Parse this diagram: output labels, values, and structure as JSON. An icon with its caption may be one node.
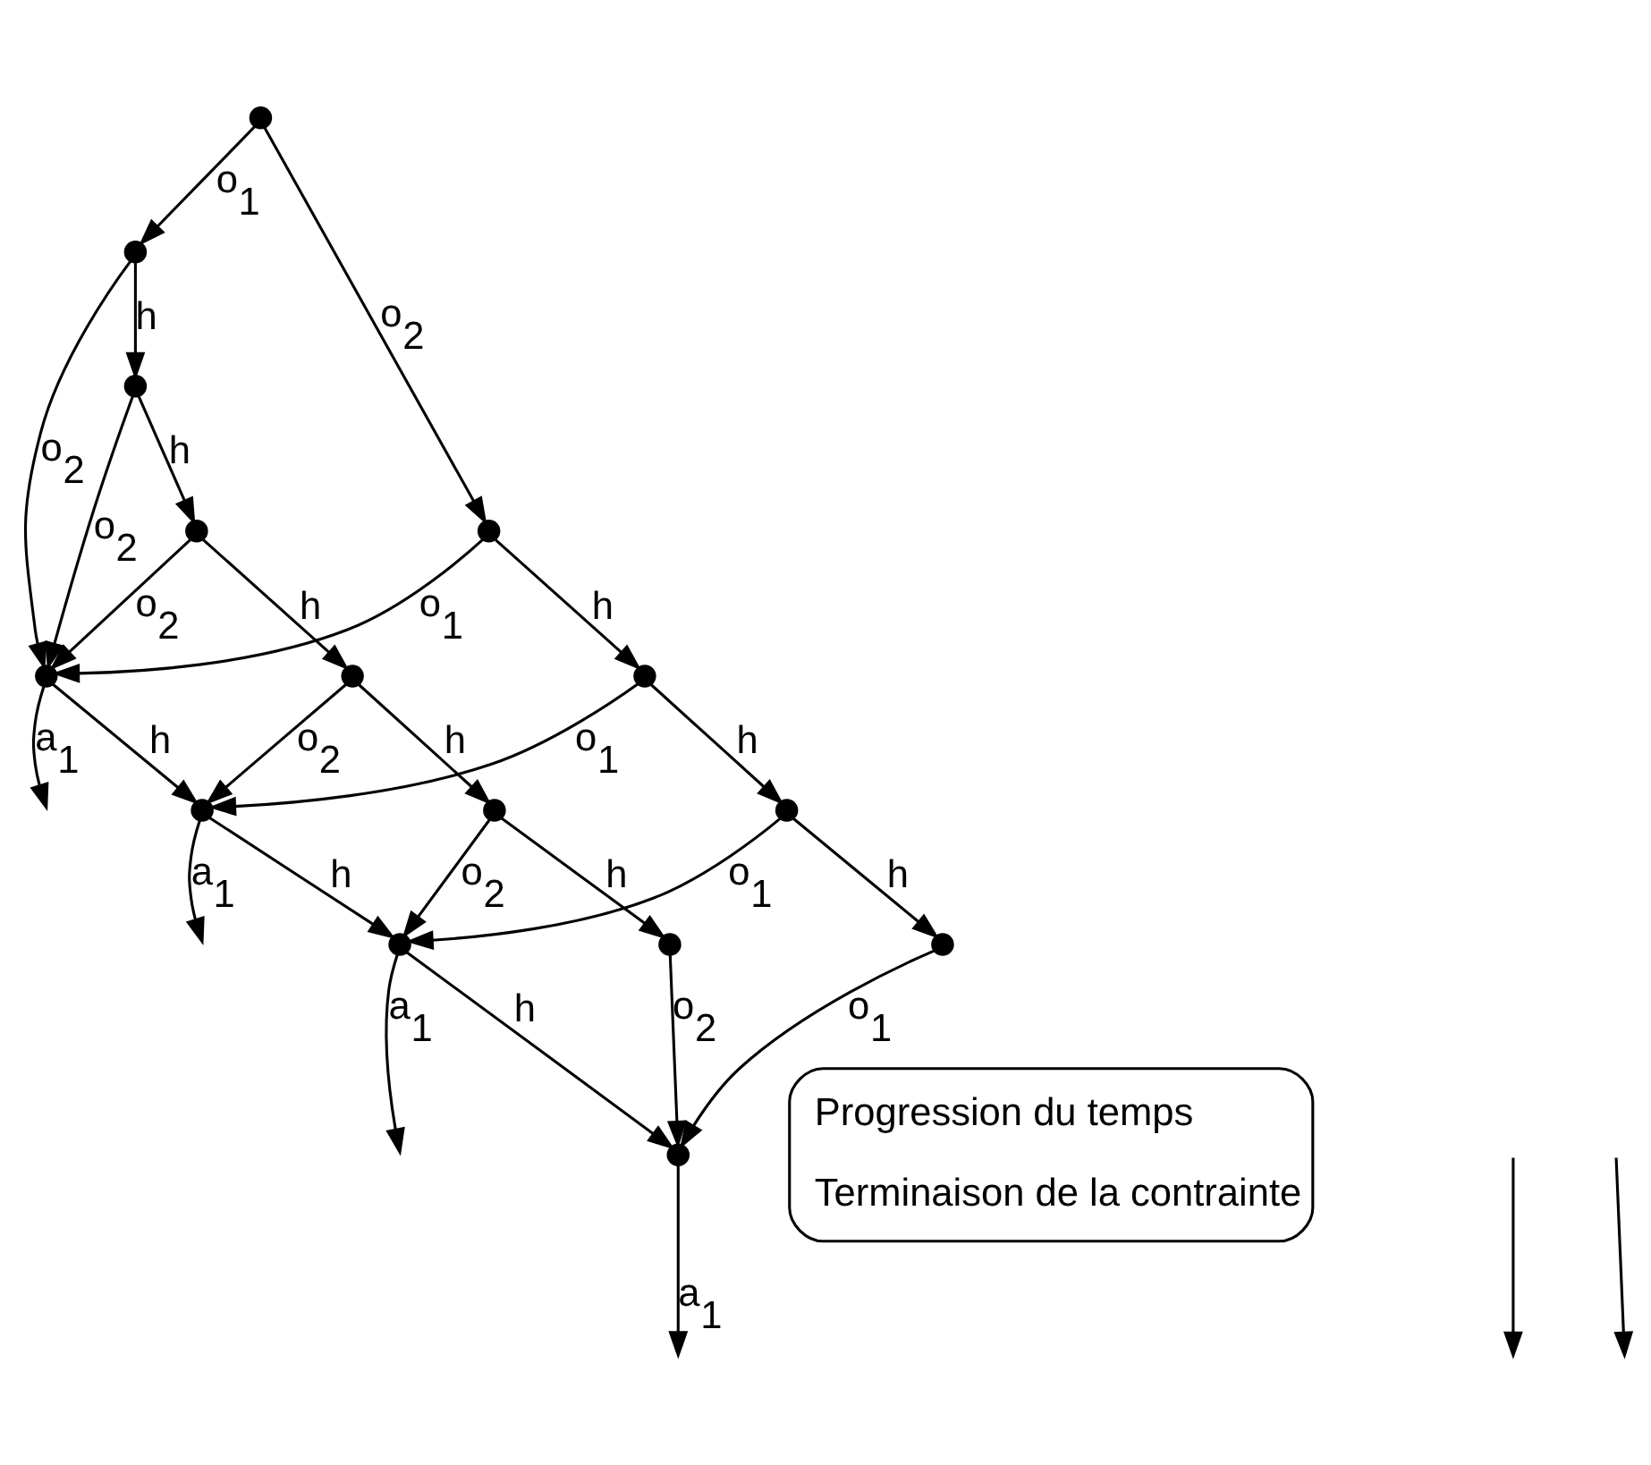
{
  "diagram": {
    "nodes": [
      {
        "text": [],
        "shape": "dot"
      },
      {
        "text": [],
        "shape": "dot"
      },
      {
        "text": [],
        "shape": "dot"
      },
      {
        "text": [],
        "shape": "dot"
      },
      {
        "text": [],
        "shape": "dot"
      },
      {
        "text": [],
        "shape": "dot"
      },
      {
        "text": [],
        "shape": "dot"
      },
      {
        "text": [],
        "shape": "dot"
      },
      {
        "text": [],
        "shape": "dot"
      },
      {
        "text": [],
        "shape": "dot"
      },
      {
        "text": [],
        "shape": "dot"
      },
      {
        "text": [],
        "shape": "dot"
      },
      {
        "text": [],
        "shape": "dot"
      },
      {
        "text": [],
        "shape": "dot"
      },
      {
        "text": [],
        "shape": "dot"
      }
    ],
    "edges": [
      {
        "from": 0,
        "to": 2,
        "arrow": "to",
        "label": "o$_{1}$"
      },
      {
        "from": 0,
        "to": 5,
        "arrow": "to",
        "label": "o$_{2}$"
      },
      {
        "from": 2,
        "to": 1,
        "arrow": "to",
        "label": "o$_{2}$"
      },
      {
        "from": 2,
        "to": 3,
        "arrow": "to",
        "label": "h"
      },
      {
        "from": 3,
        "to": 1,
        "arrow": "to",
        "label": "o$_{2}$"
      },
      {
        "from": 7,
        "to": 1,
        "arrow": "to",
        "label": "o$_{2}$"
      },
      {
        "from": 5,
        "to": 1,
        "arrow": "to",
        "label": "o$_{1}$"
      },
      {
        "from": 1,
        "to": null,
        "arrow": "to",
        "label": "a$_{1}$"
      },
      {
        "from": 1,
        "to": 4,
        "arrow": "to",
        "label": "h"
      },
      {
        "from": 3,
        "to": 7,
        "arrow": "to",
        "label": "h"
      },
      {
        "from": 4,
        "to": null,
        "arrow": "to",
        "label": "a$_{1}$"
      },
      {
        "from": 8,
        "to": 4,
        "arrow": "to",
        "label": "o$_{1}$"
      },
      {
        "from": 10,
        "to": 4,
        "arrow": "to",
        "label": "o$_{2}$"
      },
      {
        "from": 5,
        "to": 8,
        "arrow": "to",
        "label": "h"
      },
      {
        "from": 4,
        "to": 6,
        "arrow": "to",
        "label": "h"
      },
      {
        "from": 7,
        "to": 10,
        "arrow": "to",
        "label": "h"
      },
      {
        "from": 6,
        "to": null,
        "arrow": "to",
        "label": "a$_{1}$"
      },
      {
        "from": 11,
        "to": 6,
        "arrow": "to",
        "label": "o$_{1}$"
      },
      {
        "from": 12,
        "to": 6,
        "arrow": "to",
        "label": "o$_{2}$"
      },
      {
        "from": 8,
        "to": 11,
        "arrow": "to",
        "label": "h"
      },
      {
        "from": 6,
        "to": 9,
        "arrow": "to",
        "label": "h"
      },
      {
        "from": 10,
        "to": 12,
        "arrow": "to",
        "label": "h"
      },
      {
        "from": 9,
        "to": null,
        "arrow": "to",
        "label": "a$_{1}$"
      },
      {
        "from": 13,
        "to": 9,
        "arrow": "to",
        "label": "o$_{1}$"
      },
      {
        "from": 14,
        "to": 9,
        "arrow": "to",
        "label": "o$_{2}$"
      },
      {
        "from": 11,
        "to": 13,
        "arrow": "to",
        "label": "h"
      },
      {
        "from": 12,
        "to": 14,
        "arrow": "to",
        "label": "h"
      }
    ],
    "legend": [
      {
        "text": "Progression du temps"
      },
      {
        "text": "Terminaison de la contrainte"
      }
    ]
  }
}
